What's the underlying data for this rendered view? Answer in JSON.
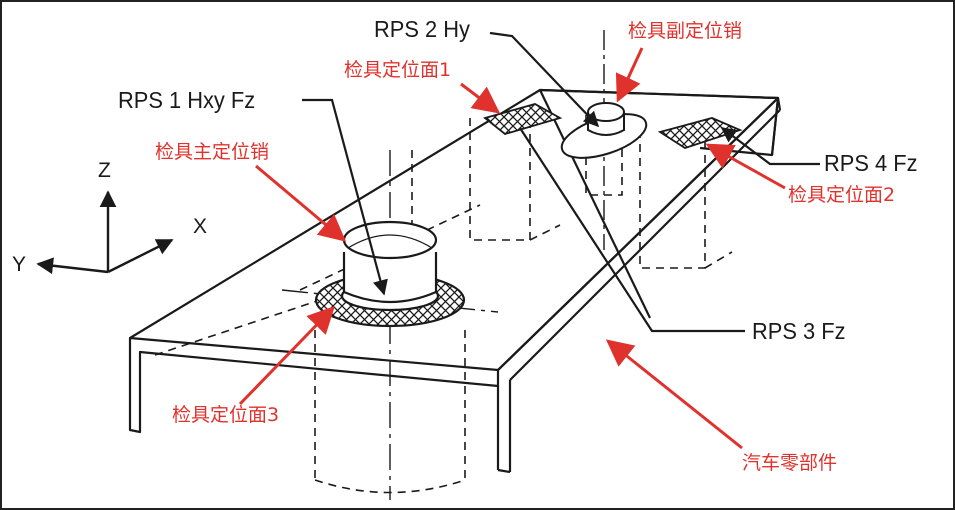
{
  "axes": {
    "z": "Z",
    "x": "X",
    "y": "Y"
  },
  "rps_labels": {
    "rps1": "RPS 1 Hxy Fz",
    "rps2": "RPS 2 Hy",
    "rps3": "RPS 3 Fz",
    "rps4": "RPS 4 Fz"
  },
  "annotations": {
    "aux_pin": "检具副定位销",
    "face1": "检具定位面1",
    "main_pin": "检具主定位销",
    "face2": "检具定位面2",
    "face3": "检具定位面3",
    "part": "汽车零部件"
  },
  "colors": {
    "annotation": "#e0322d",
    "line": "#1a1a1a",
    "border": "#222222"
  }
}
